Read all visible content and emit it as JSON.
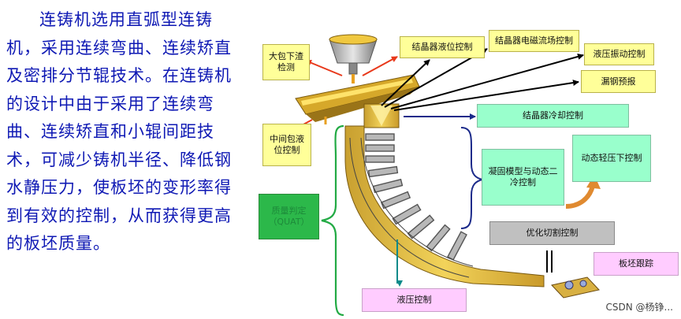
{
  "paragraph": "连铸机选用直弧型连铸机，采用连续弯曲、连续矫直及密排分节辊技术。在连铸机的设计中由于采用了连续弯曲、连续矫直和小辊间距技术，可减少铸机半径、降低钢水静压力，使板坯的变形率得到有效的控制，从而获得更高的板坯质量。",
  "labels": {
    "ladle_slag": "大包下渣检测",
    "tundish_level": "中间包液位控制",
    "mold_level": "结晶器液位控制",
    "mold_emb": "结晶器电磁流场控制",
    "hydraulic_osc": "液压振动控制",
    "breakout": "漏钢预报",
    "mold_cooling": "结晶器冷却控制",
    "dynamic_reduction": "动态轻压下控制",
    "solidification": "凝固模型与动态二冷控制",
    "quality": "质量判定（QUAT）",
    "cut_opt": "优化切割控制",
    "slab_tracking": "板坯跟踪",
    "hydraulic_ctrl": "液压控制"
  },
  "watermark": "CSDN @杨铮..."
}
